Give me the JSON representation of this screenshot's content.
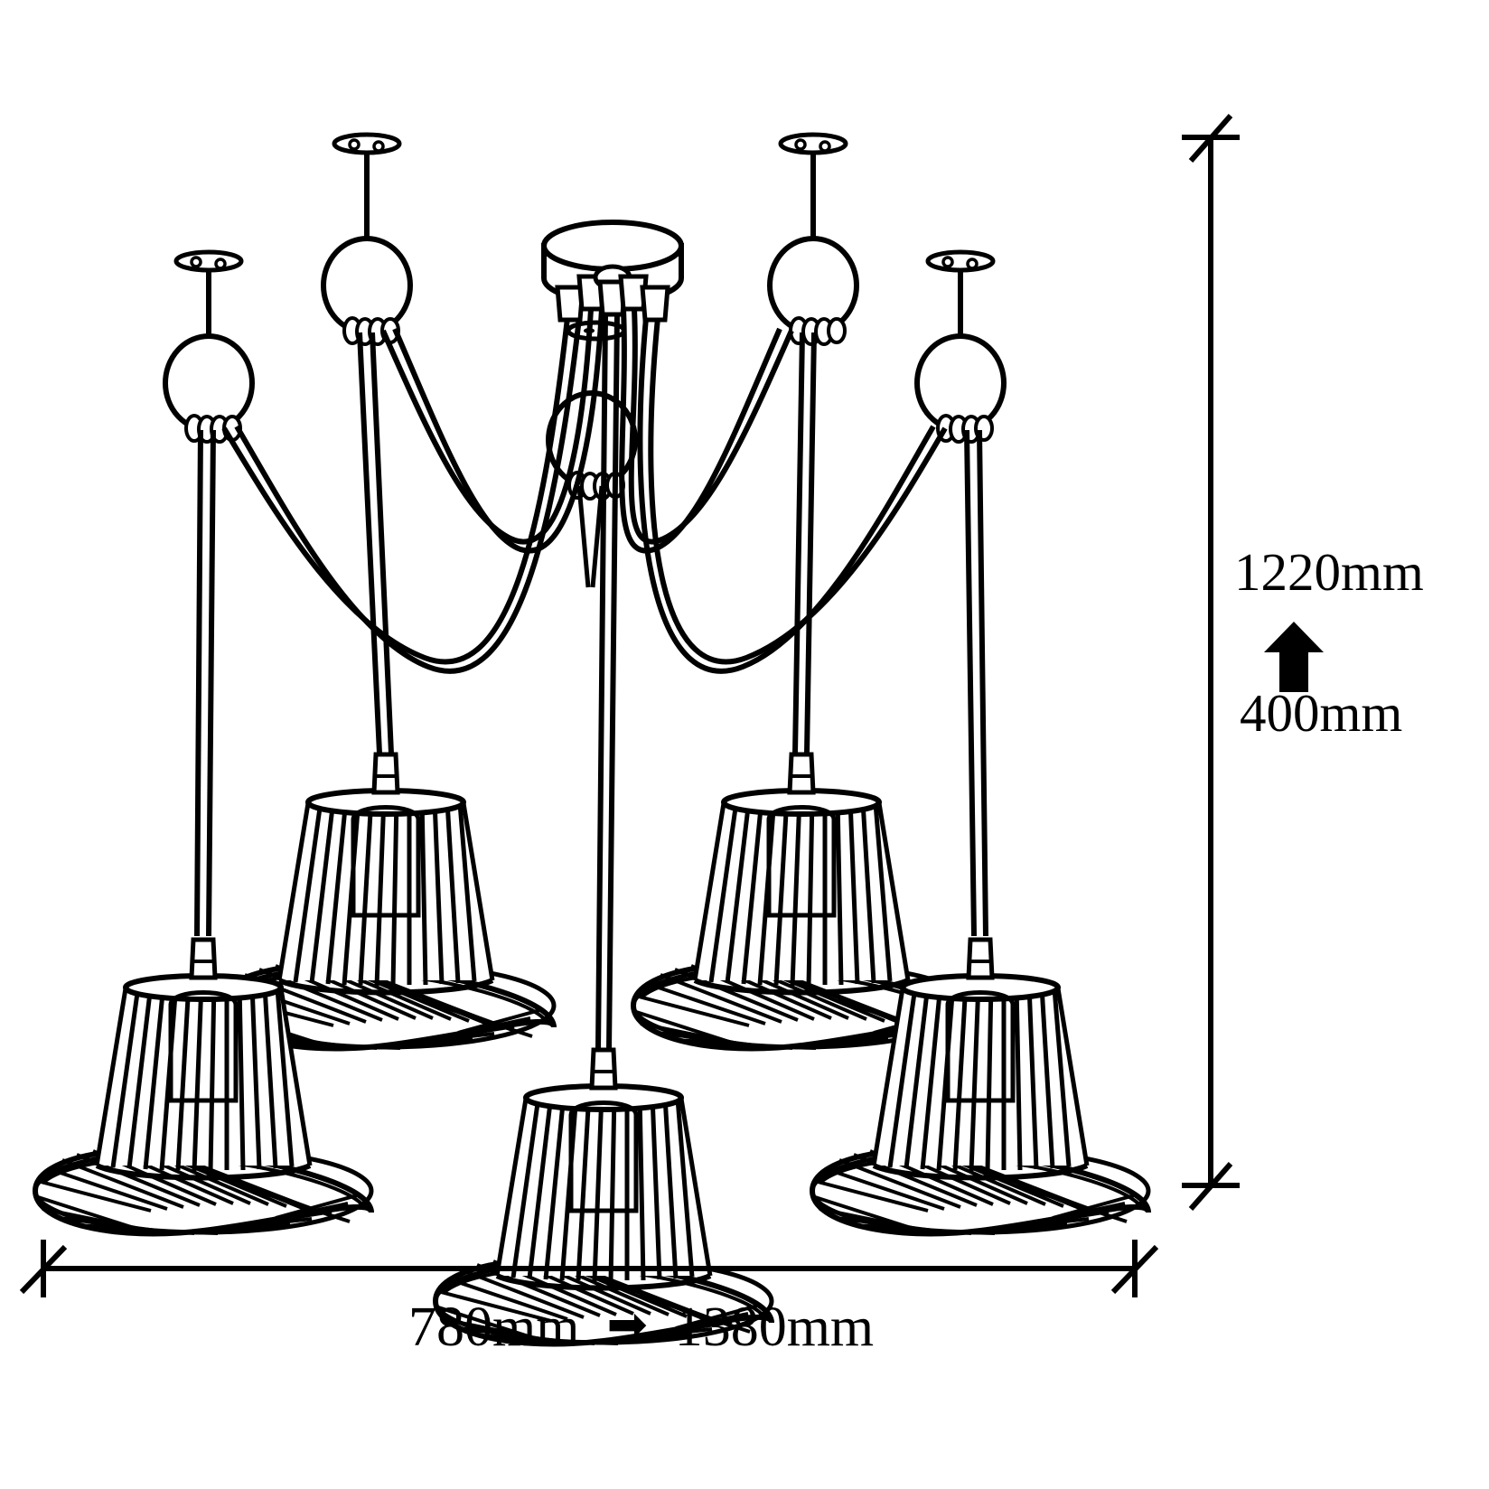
{
  "drawing": {
    "title": "5-light spider pendant chandelier technical dimension drawing",
    "subject": "wire-cage hat-shaped pendant lamps",
    "background_color": "#ffffff",
    "line_color": "#000000",
    "shade_count": 5,
    "ceiling_anchor_count": 4
  },
  "dimensions": {
    "height": {
      "max_label": "1220mm",
      "min_label": "400mm",
      "arrow_icon": "up-arrow",
      "arrow_glyph": "↑",
      "orientation": "vertical",
      "tick_style": "architectural-slash"
    },
    "width": {
      "min_label": "780mm",
      "max_label": "1380mm",
      "arrow_icon": "right-arrow",
      "arrow_glyph": "➡",
      "orientation": "horizontal",
      "tick_style": "architectural-slash"
    }
  },
  "components": {
    "canopy": "ceiling-canopy-disc",
    "cable_grip": "cable-grip",
    "ceiling_plate": "ceiling-mount-plate",
    "ring": "suspension-ring",
    "cable": "fabric-cable",
    "shade": "wire-cage-shade",
    "brim": "twisted-wire-brim",
    "bulb": "light-bulb",
    "socket": "lamp-socket"
  }
}
